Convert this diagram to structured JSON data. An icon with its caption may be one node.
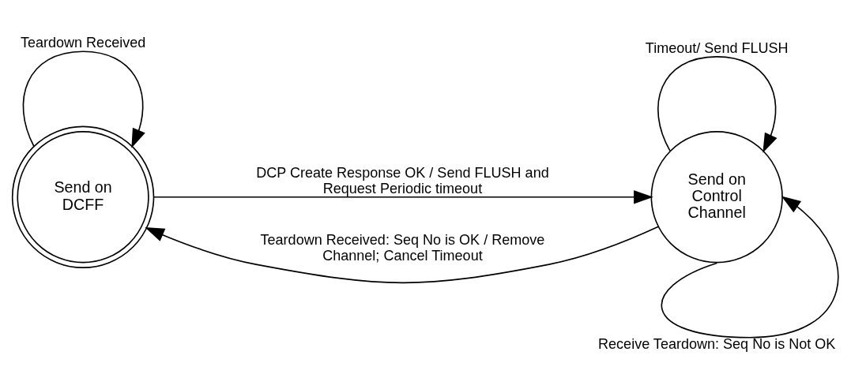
{
  "diagram": {
    "nodes": [
      {
        "text": [
          "Send on DCFF"
        ]
      },
      {
        "text": [
          "Send on Control Channel"
        ]
      }
    ],
    "edges": [
      {
        "from": 0,
        "to": 0,
        "arrow": "to",
        "label": "Teardown Received"
      },
      {
        "from": 1,
        "to": 0,
        "arrow": "to",
        "label": "Teardown Received: Seq No is OK / Remove Channel; Cancel Timeout"
      },
      {
        "from": 1,
        "to": 1,
        "arrow": "to",
        "label": "Timeout/ Send FLUSH"
      },
      {
        "from": 0,
        "to": 1,
        "arrow": "to",
        "label": "DCP Create Response OK / Send FLUSH and Request Periodic timeout"
      },
      {
        "from": 1,
        "to": 1,
        "arrow": "to",
        "label": "Receive Teardown: Seq No is Not OK"
      }
    ]
  }
}
